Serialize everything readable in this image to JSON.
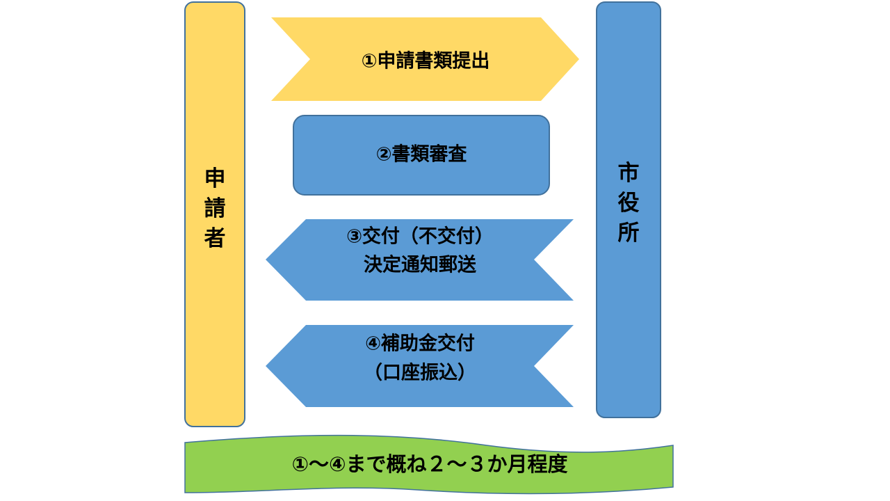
{
  "applicant": {
    "label": "申請者",
    "chars": [
      "申",
      "請",
      "者"
    ]
  },
  "city_office": {
    "label": "市役所",
    "chars": [
      "市",
      "役",
      "所"
    ]
  },
  "steps": [
    {
      "lines": [
        "①申請書類提出"
      ]
    },
    {
      "lines": [
        "②書類審査"
      ]
    },
    {
      "lines": [
        "③交付（不交付）",
        "決定通知郵送"
      ]
    },
    {
      "lines": [
        "④補助金交付",
        "（口座振込）"
      ]
    }
  ],
  "duration": {
    "text": "①～④まで概ね２～３か月程度"
  },
  "colors": {
    "yellow": "#FFD966",
    "blue": "#5B9BD5",
    "green": "#92D050",
    "outline": "#41719C"
  }
}
